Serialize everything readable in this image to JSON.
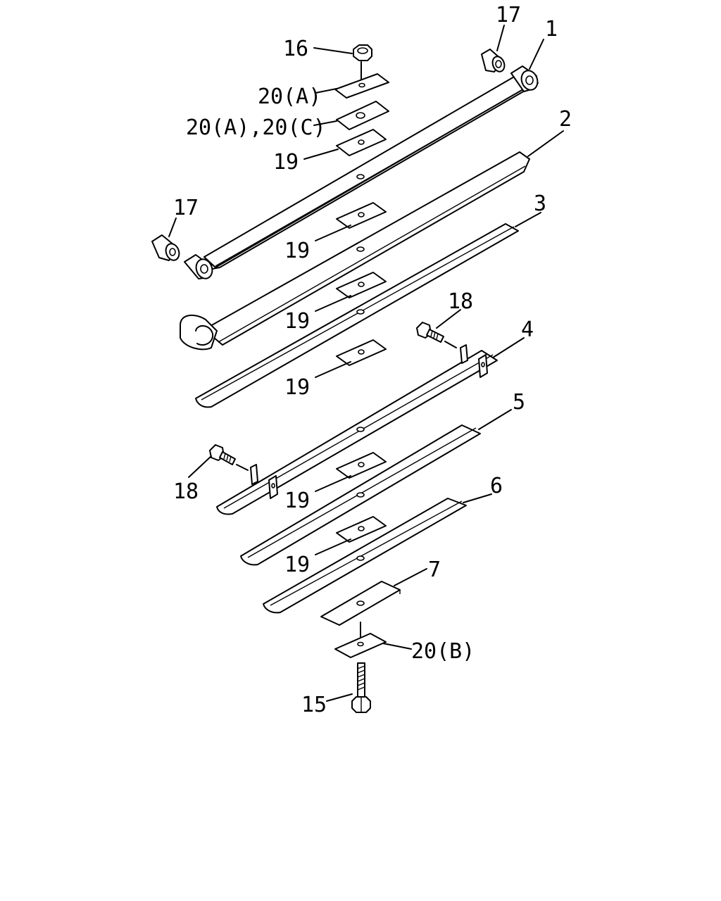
{
  "diagram": {
    "callouts": {
      "c1": "1",
      "c2": "2",
      "c3": "3",
      "c4": "4",
      "c5": "5",
      "c6": "6",
      "c7": "7",
      "c15": "15",
      "c16": "16",
      "c17_top": "17",
      "c17_left": "17",
      "c18_top": "18",
      "c18_left": "18",
      "c19_a": "19",
      "c19_b": "19",
      "c19_c": "19",
      "c19_d": "19",
      "c19_e": "19",
      "c19_f": "19",
      "c20a": "20(A)",
      "c20ac": "20(A),20(C)",
      "c20b": "20(B)"
    }
  }
}
